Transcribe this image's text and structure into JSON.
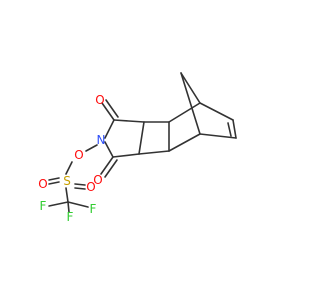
{
  "molecule": {
    "atom_labels": {
      "o_top": "O",
      "o_bottom": "O",
      "n_imide": "N",
      "o_ester": "O",
      "s_sulfonyl": "S",
      "o_s1": "O",
      "o_s2": "O",
      "f1": "F",
      "f2": "F",
      "f3": "F"
    },
    "colors": {
      "bond": "#333333",
      "oxygen": "#ff0d0d",
      "nitrogen": "#3050f8",
      "sulfur": "#c8a000",
      "fluorine": "#32cd32"
    }
  }
}
